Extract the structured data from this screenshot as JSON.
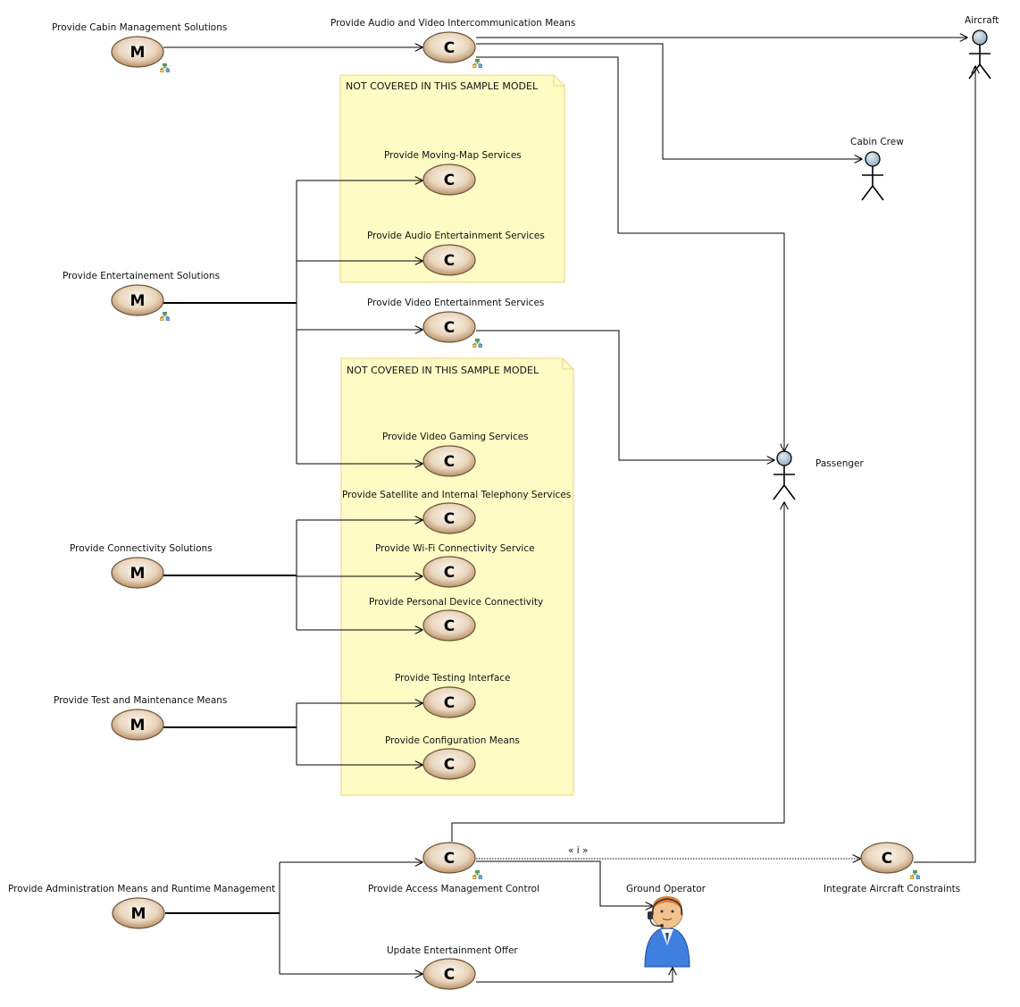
{
  "diagram": {
    "missions": {
      "cabin": {
        "label": "Provide Cabin Management Solutions",
        "letter": "M"
      },
      "entertainment": {
        "label": "Provide Entertainement Solutions",
        "letter": "M"
      },
      "connectivity": {
        "label": "Provide Connectivity Solutions",
        "letter": "M"
      },
      "test": {
        "label": "Provide Test and Maintenance Means",
        "letter": "M"
      },
      "admin": {
        "label": "Provide Administration Means and Runtime Management",
        "letter": "M"
      }
    },
    "capabilities": {
      "audio_video_intercom": {
        "label": "Provide Audio and Video Intercommunication Means",
        "letter": "C"
      },
      "moving_map": {
        "label": "Provide Moving-Map Services",
        "letter": "C"
      },
      "audio_entertainment": {
        "label": "Provide Audio Entertainment Services",
        "letter": "C"
      },
      "video_entertainment": {
        "label": "Provide Video Entertainment Services",
        "letter": "C"
      },
      "video_gaming": {
        "label": "Provide Video Gaming Services",
        "letter": "C"
      },
      "satellite_telephony": {
        "label": "Provide Satellite and Internal Telephony Services",
        "letter": "C"
      },
      "wifi": {
        "label": "Provide Wi-Fi Connectivity Service",
        "letter": "C"
      },
      "personal_device": {
        "label": "Provide Personal Device Connectivity",
        "letter": "C"
      },
      "testing_interface": {
        "label": "Provide Testing Interface",
        "letter": "C"
      },
      "configuration": {
        "label": "Provide Configuration Means",
        "letter": "C"
      },
      "access_management": {
        "label": "Provide Access Management Control",
        "letter": "C"
      },
      "update_offer": {
        "label": "Update Entertainment Offer",
        "letter": "C"
      },
      "aircraft_constraints": {
        "label": "Integrate Aircraft Constraints",
        "letter": "C"
      }
    },
    "actors": {
      "aircraft": "Aircraft",
      "cabin_crew": "Cabin Crew",
      "passenger": "Passenger",
      "ground_operator": "Ground Operator"
    },
    "notes": {
      "note1": "NOT COVERED IN THIS SAMPLE MODEL",
      "note2": "NOT COVERED IN THIS SAMPLE MODEL"
    },
    "include_label": "« i »",
    "colors": {
      "ellipse_fill_light": "#f7eee0",
      "ellipse_fill_dark": "#c8a47e",
      "ellipse_stroke": "#6d5236",
      "note_fill": "#fffbc4",
      "note_stroke": "#e8d680",
      "actor_head": "#a7bccb",
      "operator_body": "#3f7fe0",
      "operator_face": "#f2c38f"
    }
  }
}
